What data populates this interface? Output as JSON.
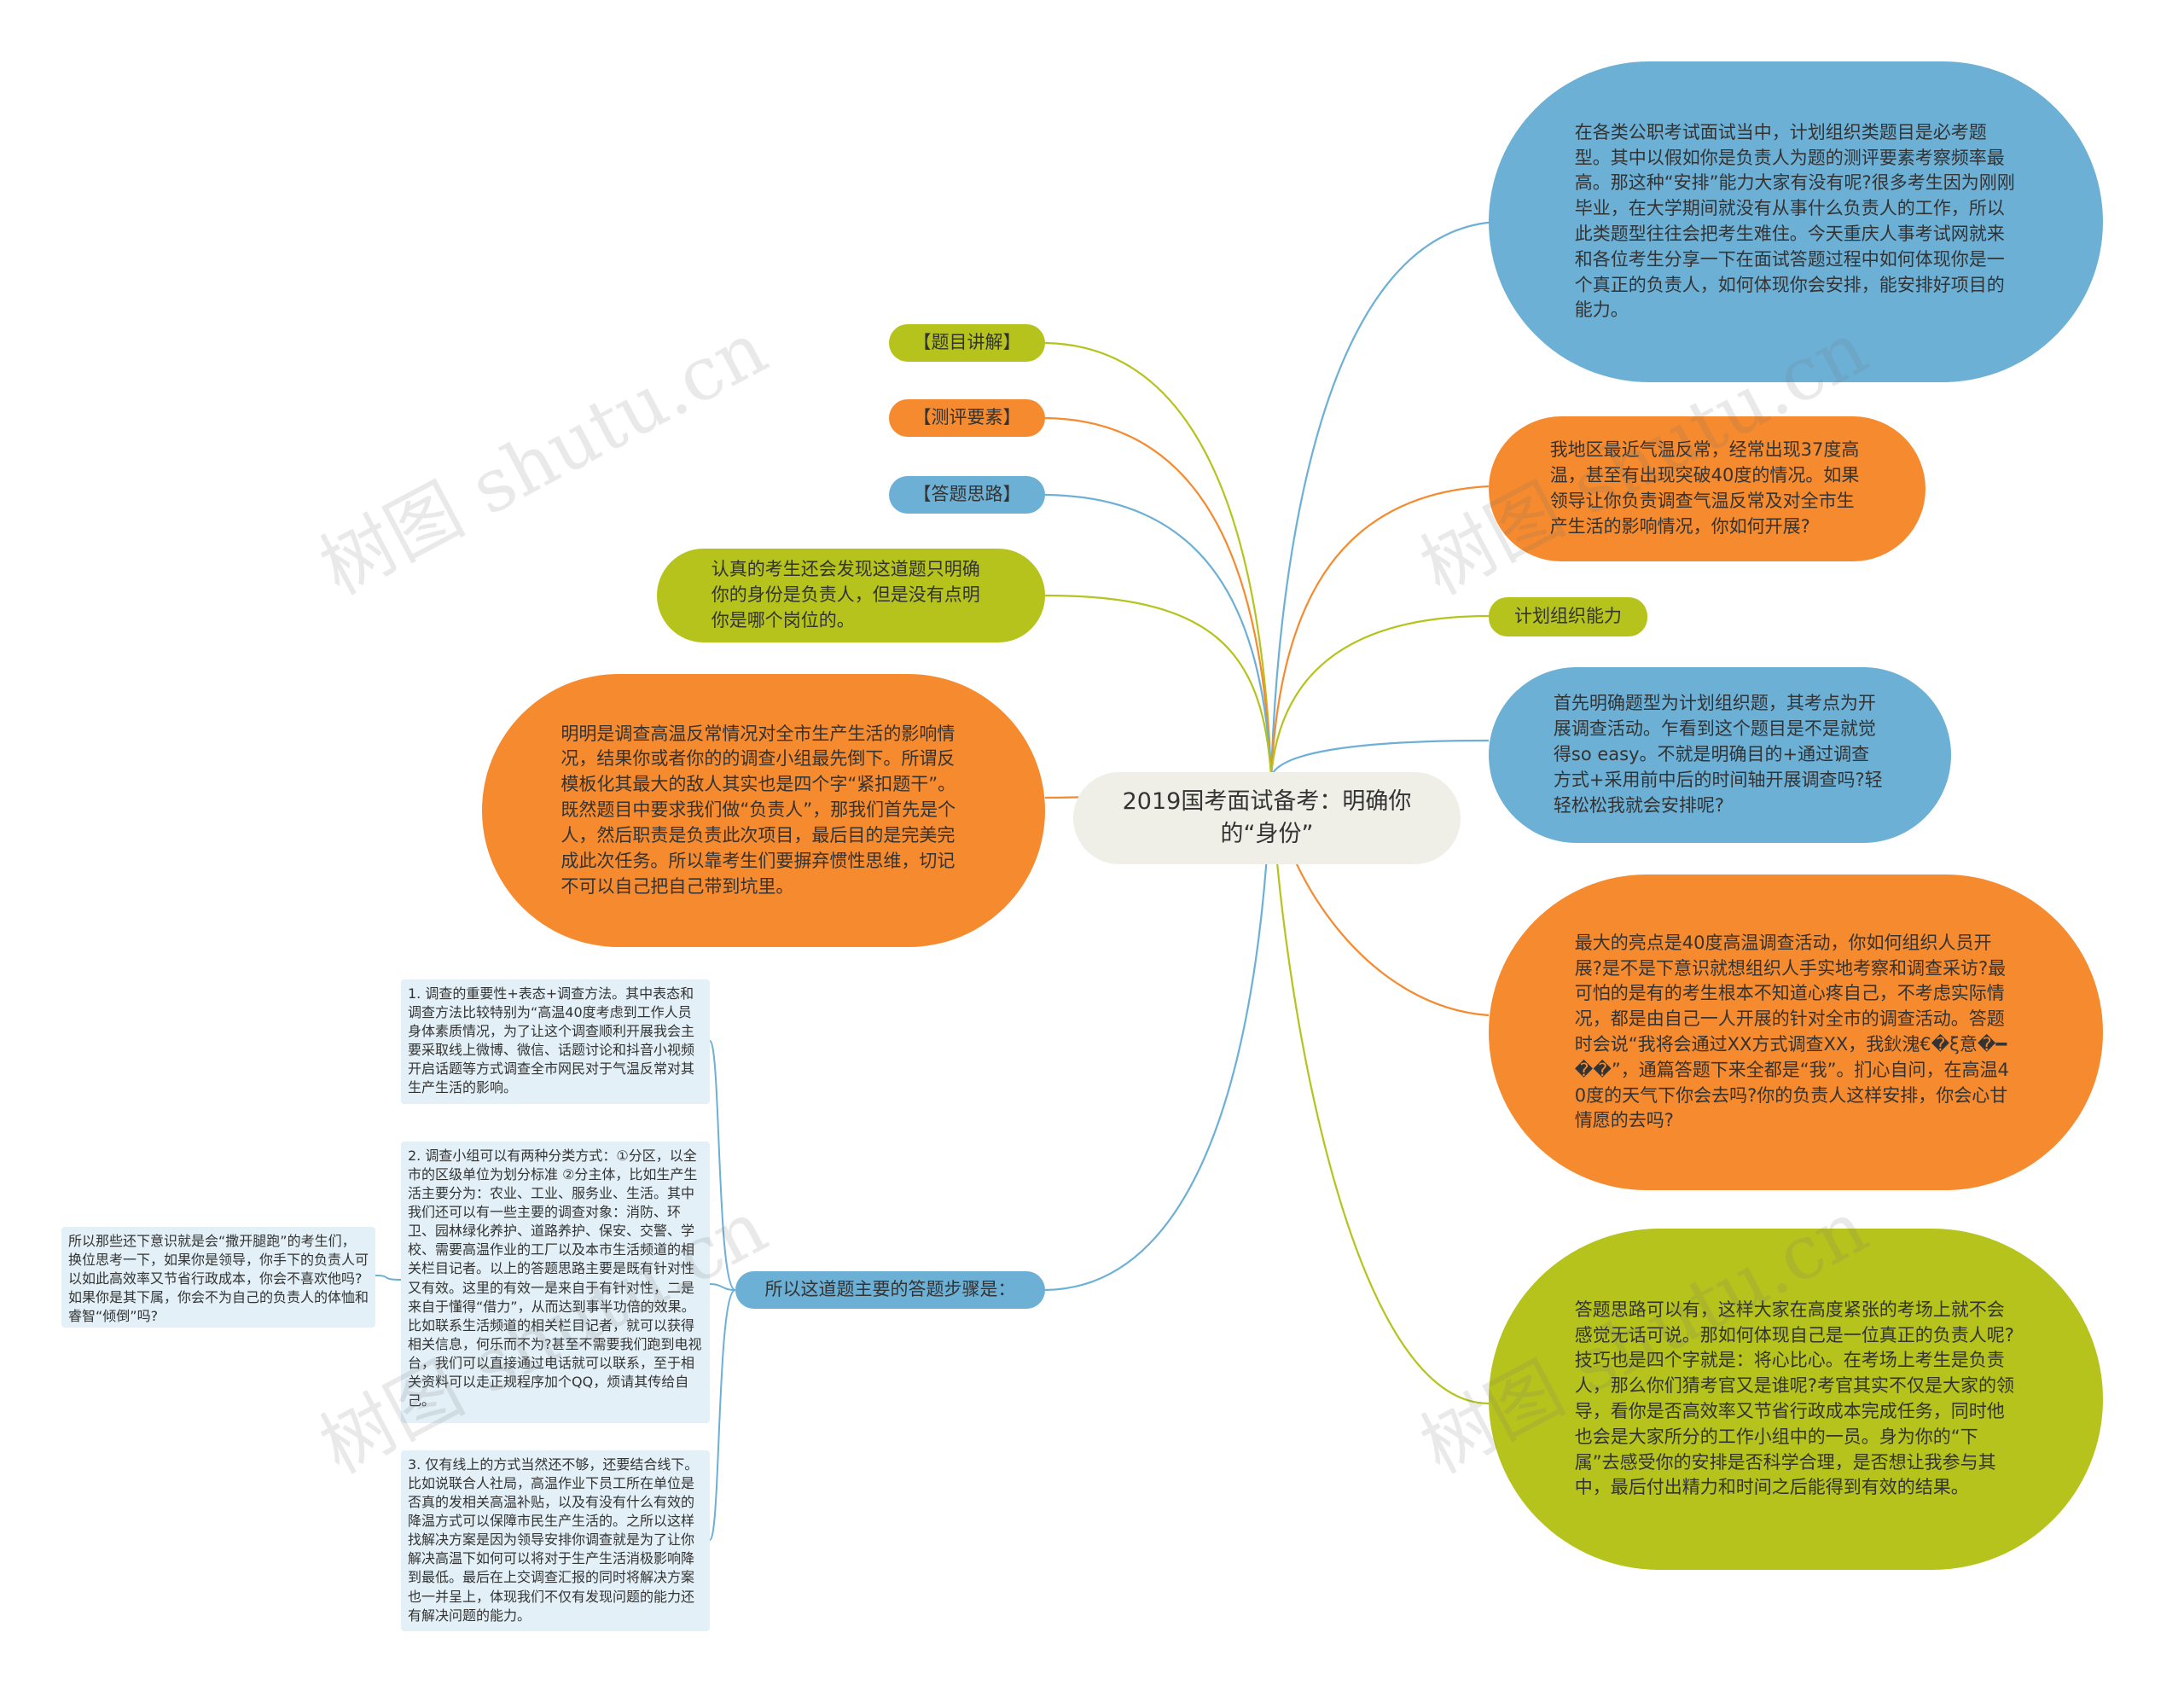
{
  "center": {
    "title": "2019国考面试备考：明确你的“身份”"
  },
  "left": {
    "labels": {
      "title_explain": "【题目讲解】",
      "title_factor": "【测评要素】",
      "title_approach": "【答题思路】"
    },
    "note_position": "认真的考生还会发现这道题只明确你的身份是负责人，但是没有点明你是哪个岗位的。",
    "note_trap": "明明是调查高温反常情况对全市生产生活的影响情况，结果你或者你的的调查小组最先倒下。所谓反模板化其最大的敌人其实也是四个字“紧扣题干”。既然题目中要求我们做“负责人”，那我们首先是个人，然后职责是负责此次项目，最后目的是完美完成此次任务。所以靠考生们要摒弃惯性思维，切记不可以自己把自己带到坑里。",
    "steps_label": "所以这道题主要的答题步骤是：",
    "steps": [
      "1. 调查的重要性+表态+调查方法。其中表态和调查方法比较特别为“高温40度考虑到工作人员身体素质情况，为了让这个调查顺利开展我会主要采取线上微博、微信、话题讨论和抖音小视频开启话题等方式调查全市网民对于气温反常对其生产生活的影响。",
      "2. 调查小组可以有两种分类方式：①分区，以全市的区级单位为划分标准 ②分主体，比如生产生活主要分为：农业、工业、服务业、生活。其中我们还可以有一些主要的调查对象：消防、环卫、园林绿化养护、道路养护、保安、交警、学校、需要高温作业的工厂以及本市生活频道的相关栏目记者。以上的答题思路主要是既有针对性又有效。这里的有效一是来自于有针对性，二是来自于懂得“借力”，从而达到事半功倍的效果。比如联系生活频道的相关栏目记者，就可以获得相关信息，何乐而不为?甚至不需要我们跑到电视台，我们可以直接通过电话就可以联系，至于相关资料可以走正规程序加个QQ，烦请其传给自己。",
      "3. 仅有线上的方式当然还不够，还要结合线下。比如说联合人社局，高温作业下员工所在单位是否真的发相关高温补贴，以及有没有什么有效的降温方式可以保障市民生产生活的。之所以这样找解决方案是因为领导安排你调查就是为了让你解决高温下如何可以将对于生产生活消极影响降到最低。最后在上交调查汇报的同时将解决方案也一并呈上，体现我们不仅有发现问题的能力还有解决问题的能力。"
    ],
    "step2_side_note": "所以那些还下意识就是会“撒开腿跑”的考生们，换位思考一下，如果你是领导，你手下的负责人可以如此高效率又节省行政成本，你会不喜欢他吗?如果你是其下属，你会不为自己的负责人的体恤和睿智“倾倒”吗?"
  },
  "right": {
    "intro": "在各类公职考试面试当中，计划组织类题目是必考题型。其中以假如你是负责人为题的测评要素考察频率最高。那这种“安排”能力大家有没有呢?很多考生因为刚刚毕业，在大学期间就没有从事什么负责人的工作，所以此类题型往往会把考生难住。今天重庆人事考试网就来和各位考生分享一下在面试答题过程中如何体现你是一个真正的负责人，如何体现你会安排，能安排好项目的能力。",
    "question": "我地区最近气温反常，经常出现37度高温，甚至有出现突破40度的情况。如果领导让你负责调查气温反常及对全市生产生活的影响情况，你如何开展?",
    "factor": "计划组织能力",
    "approach1": "首先明确题型为计划组织题，其考点为开展调查活动。乍看到这个题目是不是就觉得so easy。不就是明确目的+通过调查方式+采用前中后的时间轴开展调查吗?轻轻松松我就会安排呢?",
    "approach2": "最大的亮点是40度高温调查活动，你如何组织人员开展?是不是下意识就想组织人手实地考察和调查采访?最可怕的是有的考生根本不知道心疼自己，不考虑实际情况，都是由自己一人开展的针对全市的调查活动。答题时会说“我将会通过XX方式调查XX，我鈥溾€�ξ意�━��”，通篇答题下来全都是“我”。扪心自问，在高温40度的天气下你会去吗?你的负责人这样安排，你会心甘情愿的去吗?",
    "approach3": "答题思路可以有，这样大家在高度紧张的考场上就不会感觉无话可说。那如何体现自己是一位真正的负责人呢?技巧也是四个字就是：将心比心。在考场上考生是负责人，那么你们猜考官又是谁呢?考官其实不仅是大家的领导，看你是否高效率又节省行政成本完成任务，同时他也会是大家所分的工作小组中的一员。身为你的“下属”去感受你的安排是否科学合理，是否想让我参与其中，最后付出精力和时间之后能得到有效的结果。"
  },
  "watermark": {
    "text": "树图 shutu.cn"
  },
  "colors": {
    "blue": "#6cb0d6",
    "orange": "#f58a2e",
    "olive": "#b5c31c",
    "center_bg": "#efefe8",
    "note_bg": "#e3f0f7"
  }
}
